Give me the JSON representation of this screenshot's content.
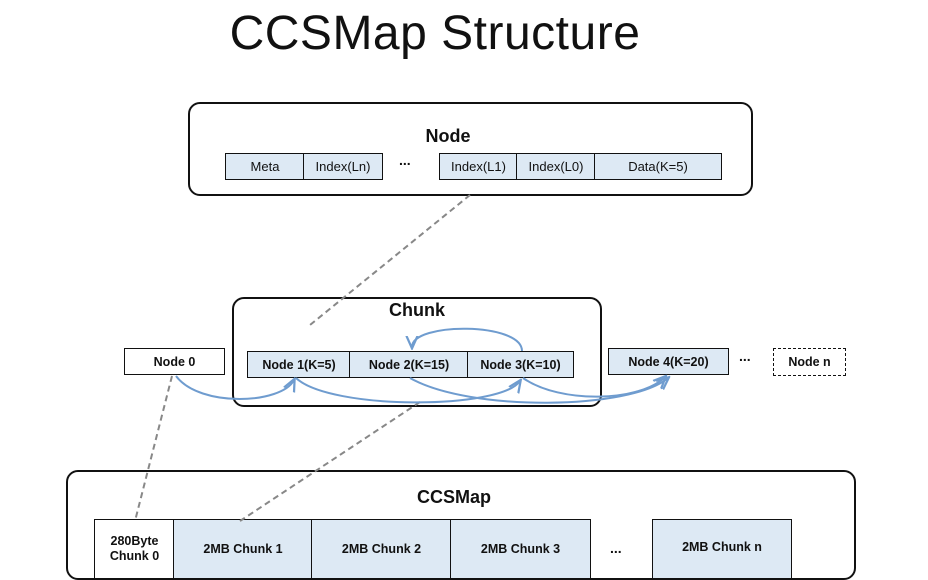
{
  "title": "CCSMap Structure",
  "node_box": {
    "label": "Node",
    "cells": [
      "Meta",
      "Index(Ln)",
      "Index(L1)",
      "Index(L0)",
      "Data(K=5)"
    ],
    "ellipsis": "..."
  },
  "chunk_row": {
    "chunk_label": "Chunk",
    "node0": "Node 0",
    "chunk_nodes": [
      "Node 1(K=5)",
      "Node 2(K=15)",
      "Node 3(K=10)"
    ],
    "node4": "Node 4(K=20)",
    "ellipsis": "...",
    "node_n": "Node n"
  },
  "ccsmap_box": {
    "label": "CCSMap",
    "chunk0_line1": "280Byte",
    "chunk0_line2": "Chunk 0",
    "chunks": [
      "2MB Chunk 1",
      "2MB Chunk 2",
      "2MB Chunk 3"
    ],
    "ellipsis": "...",
    "chunk_n": "2MB Chunk n"
  },
  "colors": {
    "cell_fill": "#dde9f4",
    "arrow": "#6f9ccf",
    "dashed_connector": "#888888"
  }
}
